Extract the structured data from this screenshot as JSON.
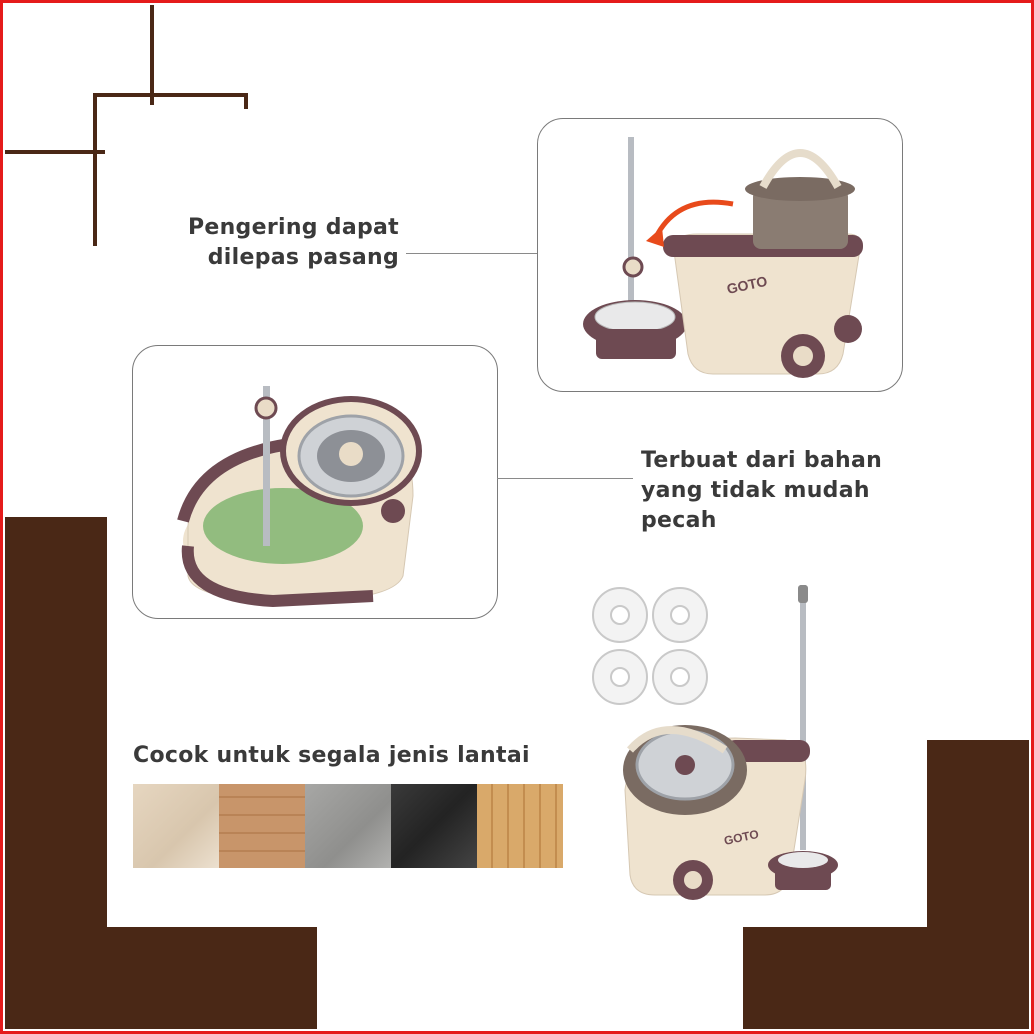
{
  "captions": {
    "dryer": [
      "Pengering dapat",
      "dilepas pasang"
    ],
    "material": [
      "Terbuat dari bahan",
      "yang tidak mudah",
      "pecah"
    ],
    "floors": "Cocok untuk segala jenis lantai"
  },
  "brand": "GOTO",
  "colors": {
    "frame": "#e51b1b",
    "accent_brown": "#4a2816",
    "bucket_cream": "#efe3cf",
    "bucket_purple": "#6e4a52",
    "text": "#3a3a3a"
  }
}
